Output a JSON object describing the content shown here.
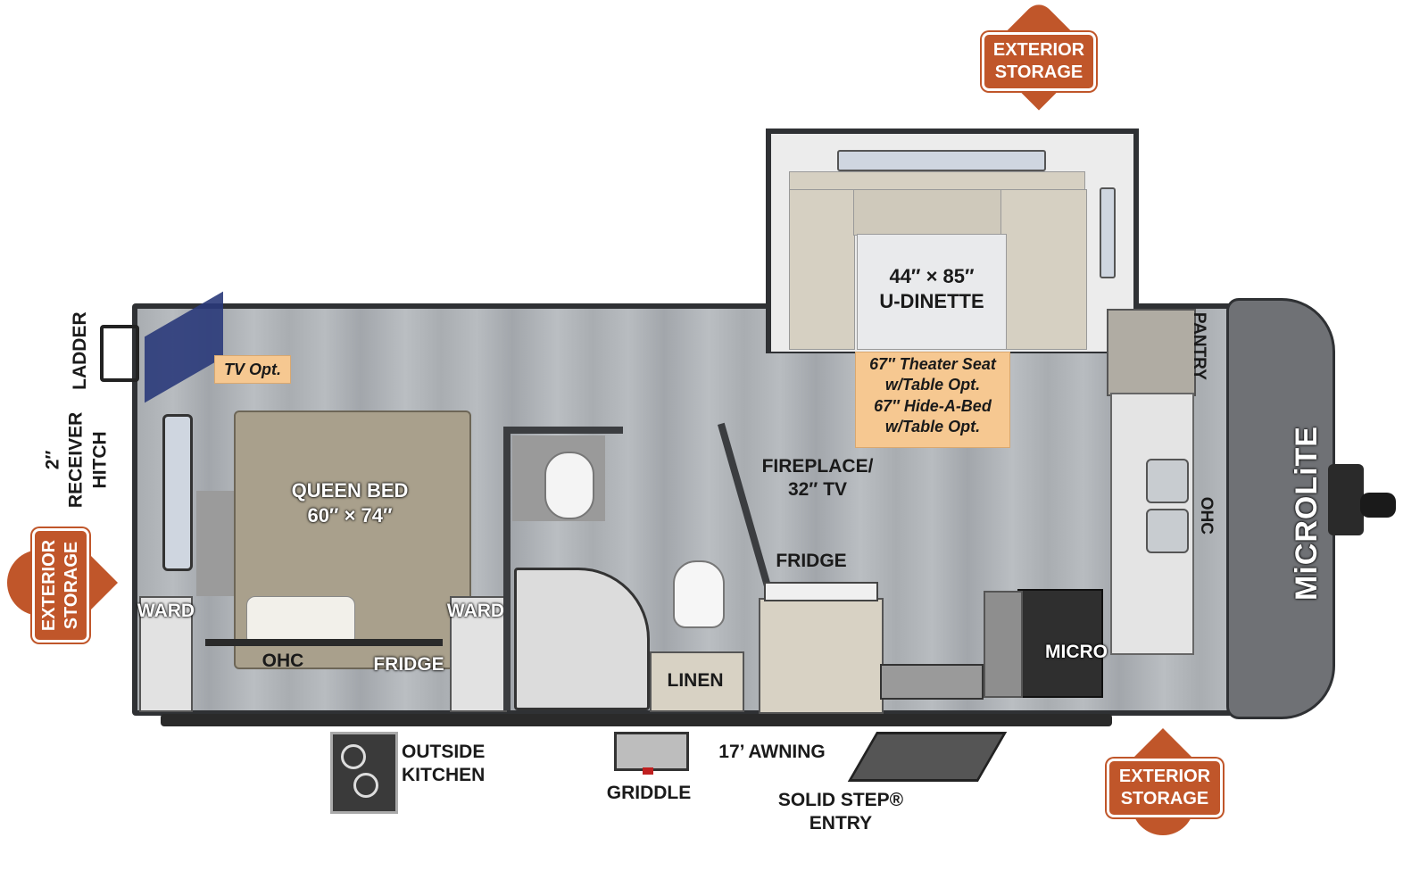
{
  "colors": {
    "storage_accent": "#c0562a",
    "option_note_bg": "#f6c891",
    "floor_gray": "#a9adb1",
    "wall_dark": "#3b3d40",
    "bed_tan": "#a9a08c",
    "cabinet_beige": "#d8d2c4"
  },
  "storage": {
    "top": "EXTERIOR\nSTORAGE",
    "left": "EXTERIOR\nSTORAGE",
    "bottom_right": "EXTERIOR\nSTORAGE"
  },
  "exterior": {
    "ladder": "LADDER",
    "receiver_hitch": "2″\nRECEIVER\nHITCH",
    "outside_kitchen": "OUTSIDE\nKITCHEN",
    "griddle": "GRIDDLE",
    "awning": "17’ AWNING",
    "entry": "SOLID STEP®\nENTRY"
  },
  "bedroom": {
    "tv_option": "TV Opt.",
    "bed": "QUEEN BED\n60″ × 74″",
    "ward_left": "WARD",
    "ward_right": "WARD",
    "ohc": "OHC",
    "fridge": "FRIDGE"
  },
  "bath": {
    "linen": "LINEN"
  },
  "living": {
    "dinette": "44″ × 85″\nU-DINETTE",
    "dinette_options": "67″ Theater Seat\nw/Table Opt.\n67″ Hide-A-Bed\nw/Table Opt.",
    "fireplace_tv": "FIREPLACE/\n32″ TV",
    "fridge": "FRIDGE"
  },
  "kitchen": {
    "pantry": "PANTRY",
    "ohc": "OHC",
    "micro": "MICRO"
  },
  "brand": {
    "logo_text": "MiCROLiTE"
  }
}
